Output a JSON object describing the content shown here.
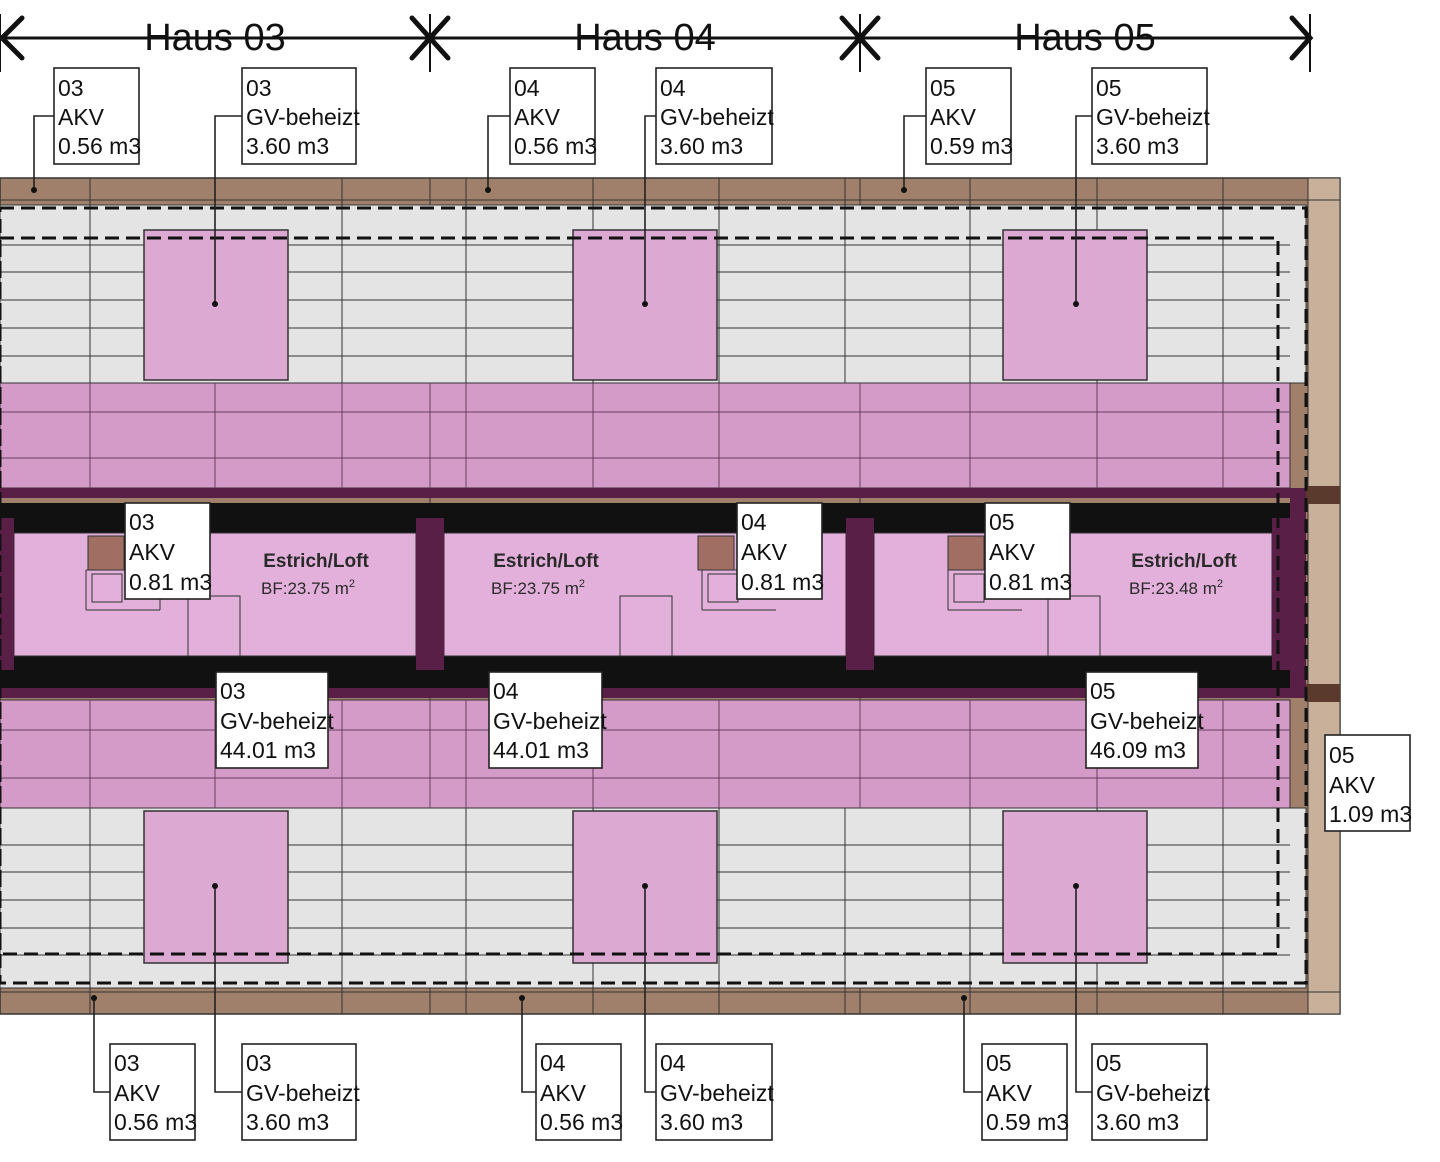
{
  "houses": [
    {
      "name": "Haus 03",
      "top_akv": {
        "id": "03",
        "type": "AKV",
        "volume": "0.56 m3"
      },
      "top_gv": {
        "id": "03",
        "type": "GV-beheizt",
        "volume": "3.60 m3"
      },
      "mid_akv": {
        "id": "03",
        "type": "AKV",
        "volume": "0.81 m3"
      },
      "mid_gv": {
        "id": "03",
        "type": "GV-beheizt",
        "volume": "44.01 m3"
      },
      "bottom_akv": {
        "id": "03",
        "type": "AKV",
        "volume": "0.56 m3"
      },
      "bottom_gv": {
        "id": "03",
        "type": "GV-beheizt",
        "volume": "3.60 m3"
      },
      "room": {
        "name": "Estrich/Loft",
        "area_prefix": "BF:23.75 m",
        "area_sup": "2"
      }
    },
    {
      "name": "Haus 04",
      "top_akv": {
        "id": "04",
        "type": "AKV",
        "volume": "0.56 m3"
      },
      "top_gv": {
        "id": "04",
        "type": "GV-beheizt",
        "volume": "3.60 m3"
      },
      "mid_akv": {
        "id": "04",
        "type": "AKV",
        "volume": "0.81 m3"
      },
      "mid_gv": {
        "id": "04",
        "type": "GV-beheizt",
        "volume": "44.01 m3"
      },
      "bottom_akv": {
        "id": "04",
        "type": "AKV",
        "volume": "0.56 m3"
      },
      "bottom_gv": {
        "id": "04",
        "type": "GV-beheizt",
        "volume": "3.60 m3"
      },
      "room": {
        "name": "Estrich/Loft",
        "area_prefix": "BF:23.75 m",
        "area_sup": "2"
      }
    },
    {
      "name": "Haus 05",
      "top_akv": {
        "id": "05",
        "type": "AKV",
        "volume": "0.59 m3"
      },
      "top_gv": {
        "id": "05",
        "type": "GV-beheizt",
        "volume": "3.60 m3"
      },
      "mid_akv": {
        "id": "05",
        "type": "AKV",
        "volume": "0.81 m3"
      },
      "mid_gv": {
        "id": "05",
        "type": "GV-beheizt",
        "volume": "46.09 m3"
      },
      "bottom_akv": {
        "id": "05",
        "type": "AKV",
        "volume": "0.59 m3"
      },
      "bottom_gv": {
        "id": "05",
        "type": "GV-beheizt",
        "volume": "3.60 m3"
      },
      "room": {
        "name": "Estrich/Loft",
        "area_prefix": "BF:23.48 m",
        "area_sup": "2"
      }
    }
  ],
  "side_akv": {
    "id": "05",
    "type": "AKV",
    "volume": "1.09 m3"
  },
  "colors": {
    "frame": "#a0806a",
    "frame_light": "#c9b09a",
    "grid_bg": "#e4e4e4",
    "pink_band": "#d49bc9",
    "pink_box": "#dba9d2",
    "pink_room": "#e2b0da",
    "dark_purple": "#5a1f46",
    "black_beam": "#111111",
    "brown_block": "#a06e63"
  }
}
